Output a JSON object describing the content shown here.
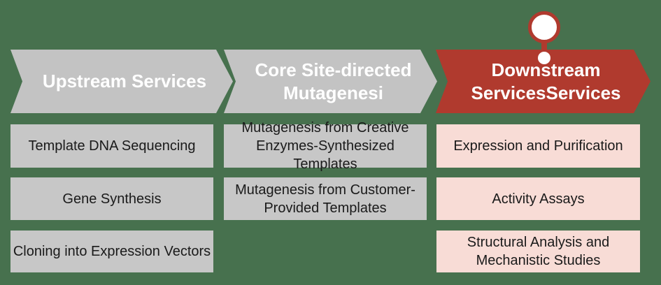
{
  "diagram": {
    "type": "process-flow",
    "colors": {
      "background_green": "#47714E",
      "gray_shape": "#C3C3C3",
      "gray_box": "#C7C7C7",
      "accent_red": "#B03A2E",
      "pink_box": "#F8DCD6",
      "header_text": "#FFFFFF",
      "body_text": "#1A1A1A"
    },
    "icons": {
      "pin": "location-pin-marker"
    },
    "columns": [
      {
        "id": "upstream",
        "header": "Upstream Services",
        "header_lines": [
          "Upstream Services"
        ],
        "items": [
          "Template DNA Sequencing",
          "Gene Synthesis",
          "Cloning into Expression Vectors"
        ]
      },
      {
        "id": "core",
        "header": "Core Site-directed Mutagenesi",
        "header_lines": [
          "Core Site-directed",
          "Mutagenesi"
        ],
        "items": [
          "Mutagenesis from Creative Enzymes-Synthesized Templates",
          "Mutagenesis from Customer-Provided Templates"
        ]
      },
      {
        "id": "downstream",
        "header": "Downstream ServicesServices",
        "header_lines": [
          "Downstream",
          "ServicesServices"
        ],
        "highlighted": true,
        "items": [
          "Expression and Purification",
          "Activity Assays",
          "Structural Analysis and Mechanistic Studies"
        ]
      }
    ]
  }
}
